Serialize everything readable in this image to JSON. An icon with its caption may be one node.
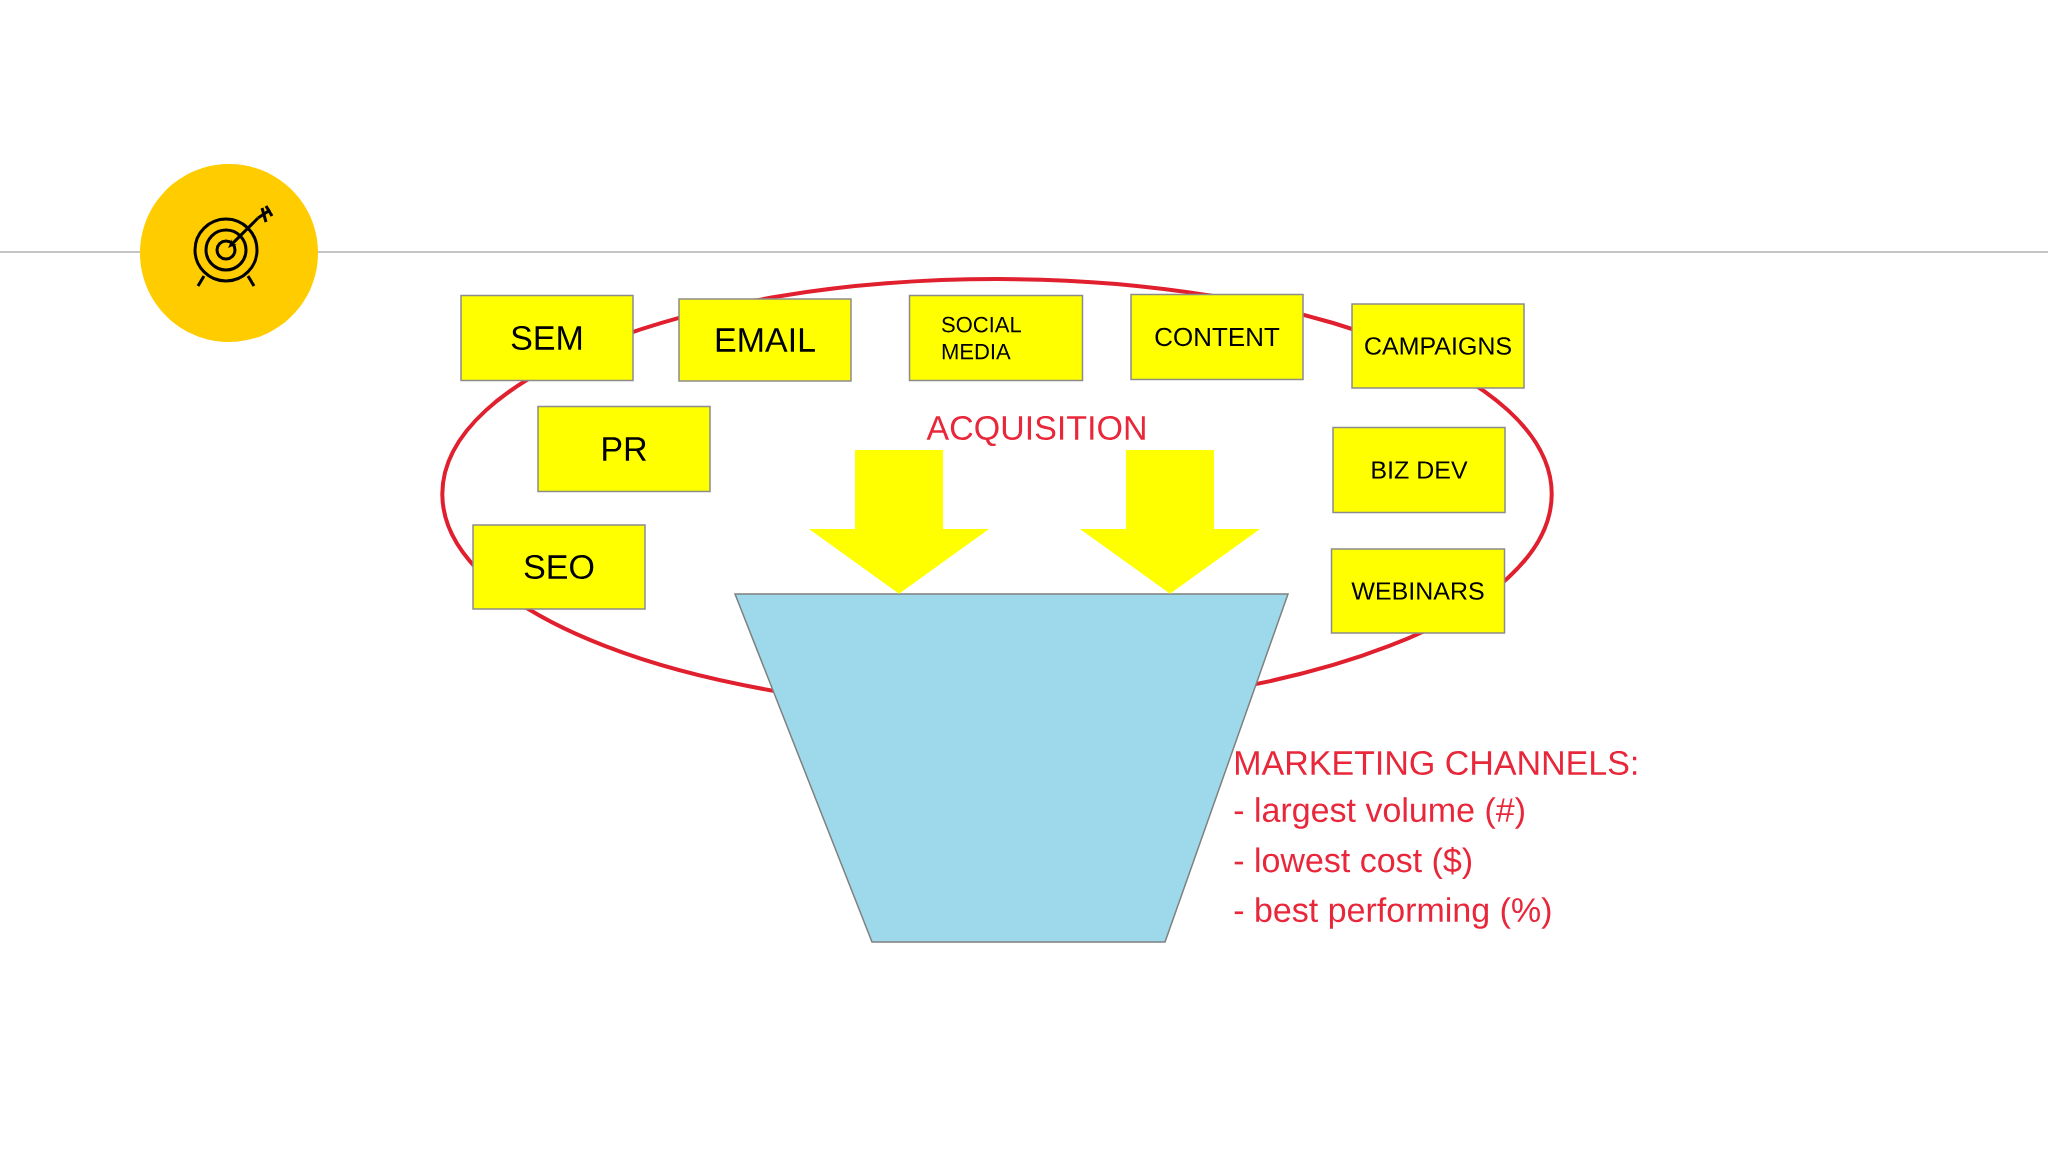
{
  "diagram": {
    "nodes": [
      {
        "text": [
          "ACQUISITION"
        ]
      },
      {
        "text": [
          "SEM"
        ]
      },
      {
        "text": [
          "EMAIL"
        ],
        "in": 0
      },
      {
        "text": [
          "SOCIAL MEDIA"
        ],
        "in": 0
      },
      {
        "text": [
          "CONTENT"
        ],
        "in": 0
      },
      {
        "text": [
          "CAMPAIGNS"
        ]
      },
      {
        "text": [
          "PR"
        ],
        "in": 0
      },
      {
        "text": [
          "BIZ DEV"
        ],
        "in": 0
      },
      {
        "text": [
          "SEO"
        ],
        "in": 0
      },
      {
        "text": [
          "WEBINARS"
        ],
        "in": 0
      },
      {
        "text": [],
        "shape": "funnel"
      }
    ],
    "edges": [
      {
        "from": null,
        "to": 10,
        "arrow": "to"
      },
      {
        "from": null,
        "to": 10,
        "arrow": "to"
      }
    ],
    "labels": [
      "MARKETING CHANNELS:",
      "- largest volume (#)",
      "- lowest cost ($)",
      "- best performing (%)"
    ]
  }
}
